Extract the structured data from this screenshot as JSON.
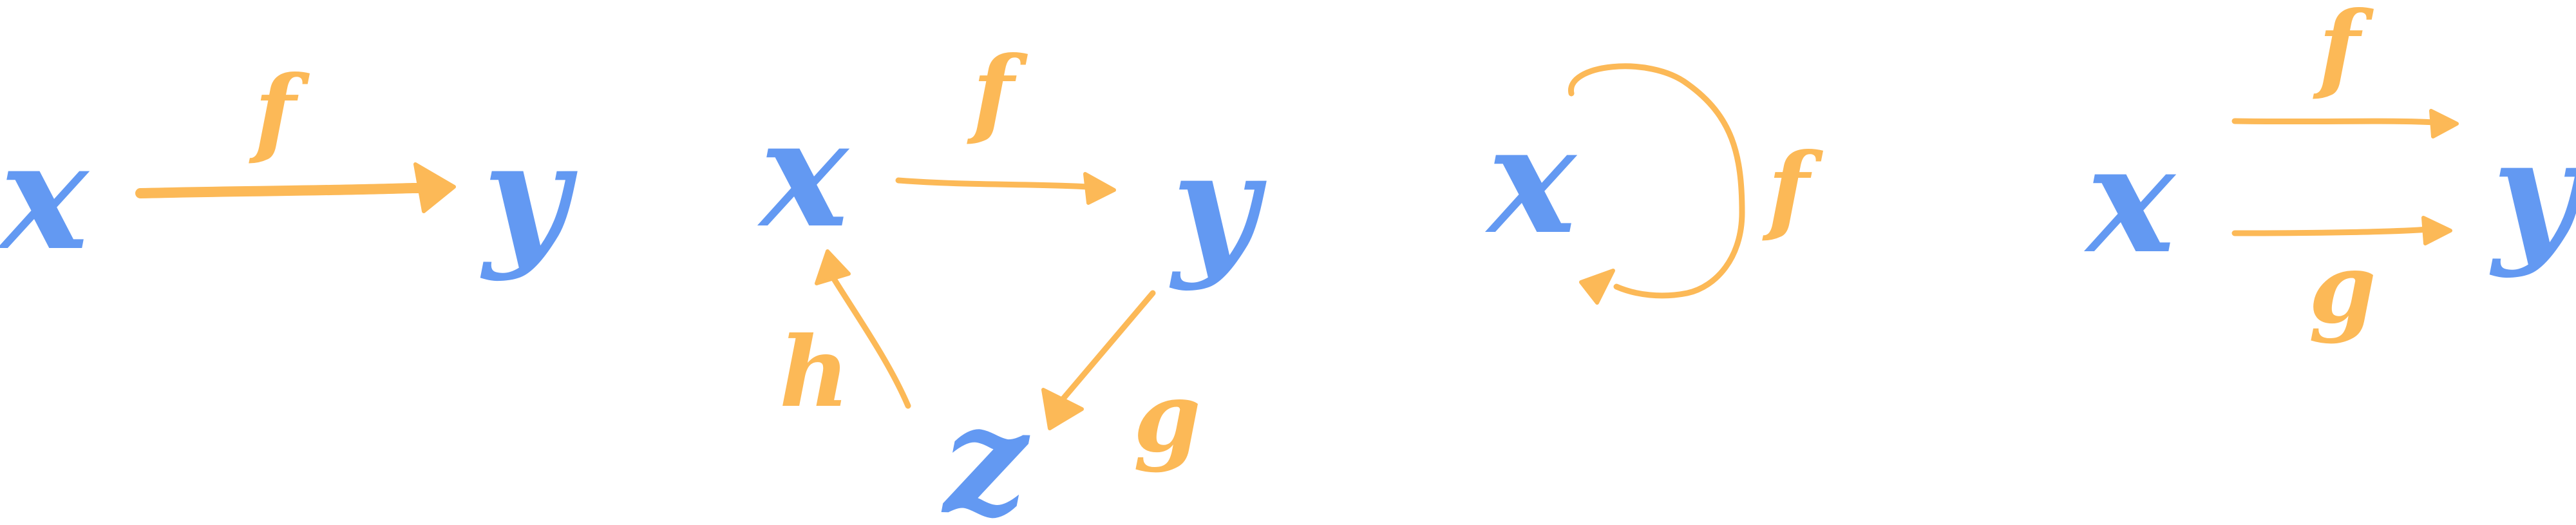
{
  "colors": {
    "object": "#6399f2",
    "morphism": "#fcb957",
    "background": "#ffffff"
  },
  "diagram1": {
    "source": "x",
    "target": "y",
    "arrow_label": "f"
  },
  "diagram2": {
    "x": "x",
    "y": "y",
    "z": "z",
    "f": "f",
    "g": "g",
    "h": "h"
  },
  "diagram3": {
    "object": "x",
    "loop_label": "f"
  },
  "diagram4": {
    "source": "x",
    "target": "y",
    "top_label": "f",
    "bottom_label": "g"
  }
}
